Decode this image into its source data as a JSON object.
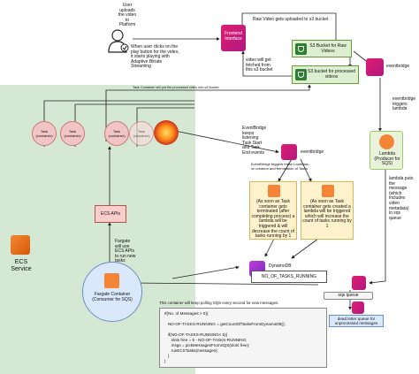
{
  "ecs": {
    "label": "ECS\nService"
  },
  "user": {
    "upload_text": "User\nuploads\nthe video\nto\nPlatform",
    "click_text": "When user clicks on the\nplay button  for the video,\nit starts playing with\nAdaptive Bitrate\nStreaming"
  },
  "frontend": {
    "label": "Frontend\nInterface"
  },
  "raw_upload_text": "Raw Video gets uploaded to s3 bucket",
  "s3_raw": {
    "label": "S3 Bucket for\nRaw Videos"
  },
  "s3_processed": {
    "label": "S3 bucket for\nprocessed videos"
  },
  "fetch_text": "video will get\nfetched from\nthis s3 bucket",
  "container_put_text": "Task Container will put the processed video into s3 bucket",
  "eventbridge_top": {
    "label": "eventbridge"
  },
  "eventbridge_triggers_text": "eventbridge\ntriggers\nlambda",
  "lambda_producer": {
    "label": "Lambda\n(Producer for\nSQS)"
  },
  "lambda_puts_text": "lambda puts\nthe\nmessage\n(which\nincludes\nvideo\nmetadata)\nin sqs\nqueue",
  "tasks": [
    {
      "label": "Task\n(container)"
    },
    {
      "label": "Task\n(container)"
    },
    {
      "label": "Task\n(container)"
    },
    {
      "label": "Task\n(container)"
    }
  ],
  "eventbridge_mid": {
    "label": "eventbridge"
  },
  "eventbridge_keeps_text": "EventBridge\nkeeps\nlistening\nTask Start\nand Task\nEnd events",
  "eventbridge_triggers_two_text": "EventBridge triggers these Lambdas\non creation and termination of Tasks",
  "lambda_left_text": "(As soon as Task\ncontainer gets\nterminated (after\ncompleting process)\na lambda will be triggered\n& will decrease the\ncount of tasks\nrunning by 1",
  "lambda_right_text": "(As soon as Task\ncontainer gets created a\nlambda will be triggered\nwhich will increase the\ncount of tasks\nrunning by 1",
  "dynamodb": {
    "label": "DynamoDB",
    "table": "NO_OF_TASKS_RUNNING"
  },
  "ecs_apis": {
    "label": "ECS APIs"
  },
  "fargate_apis_text": "Fargate\nwill use\nECS APIs\nto run new\ntasks",
  "fargate": {
    "label": "Fargate Container\n(Consumer for SQS)"
  },
  "sqs": {
    "label": "sqs queue"
  },
  "dlq": {
    "label": "dead letter queue for\nunprocessed messages"
  },
  "poll_text": "This container will keep polling SQS every second for new messages.",
  "code": "If(No. of Messages > 0){\n\n   NO-OF-TASKS-RUNNING = getCountOfTasksFromDynamoDB();\n\n   if(NO-OF-TASKS-RUNNING< 5){\n      slots free = 5 - NO-OF-TASKS-RUNNING;\n      msgs = pickMessagesFromSQS(slots free);\n      runECSTasks(messages);\n   }\n}"
}
